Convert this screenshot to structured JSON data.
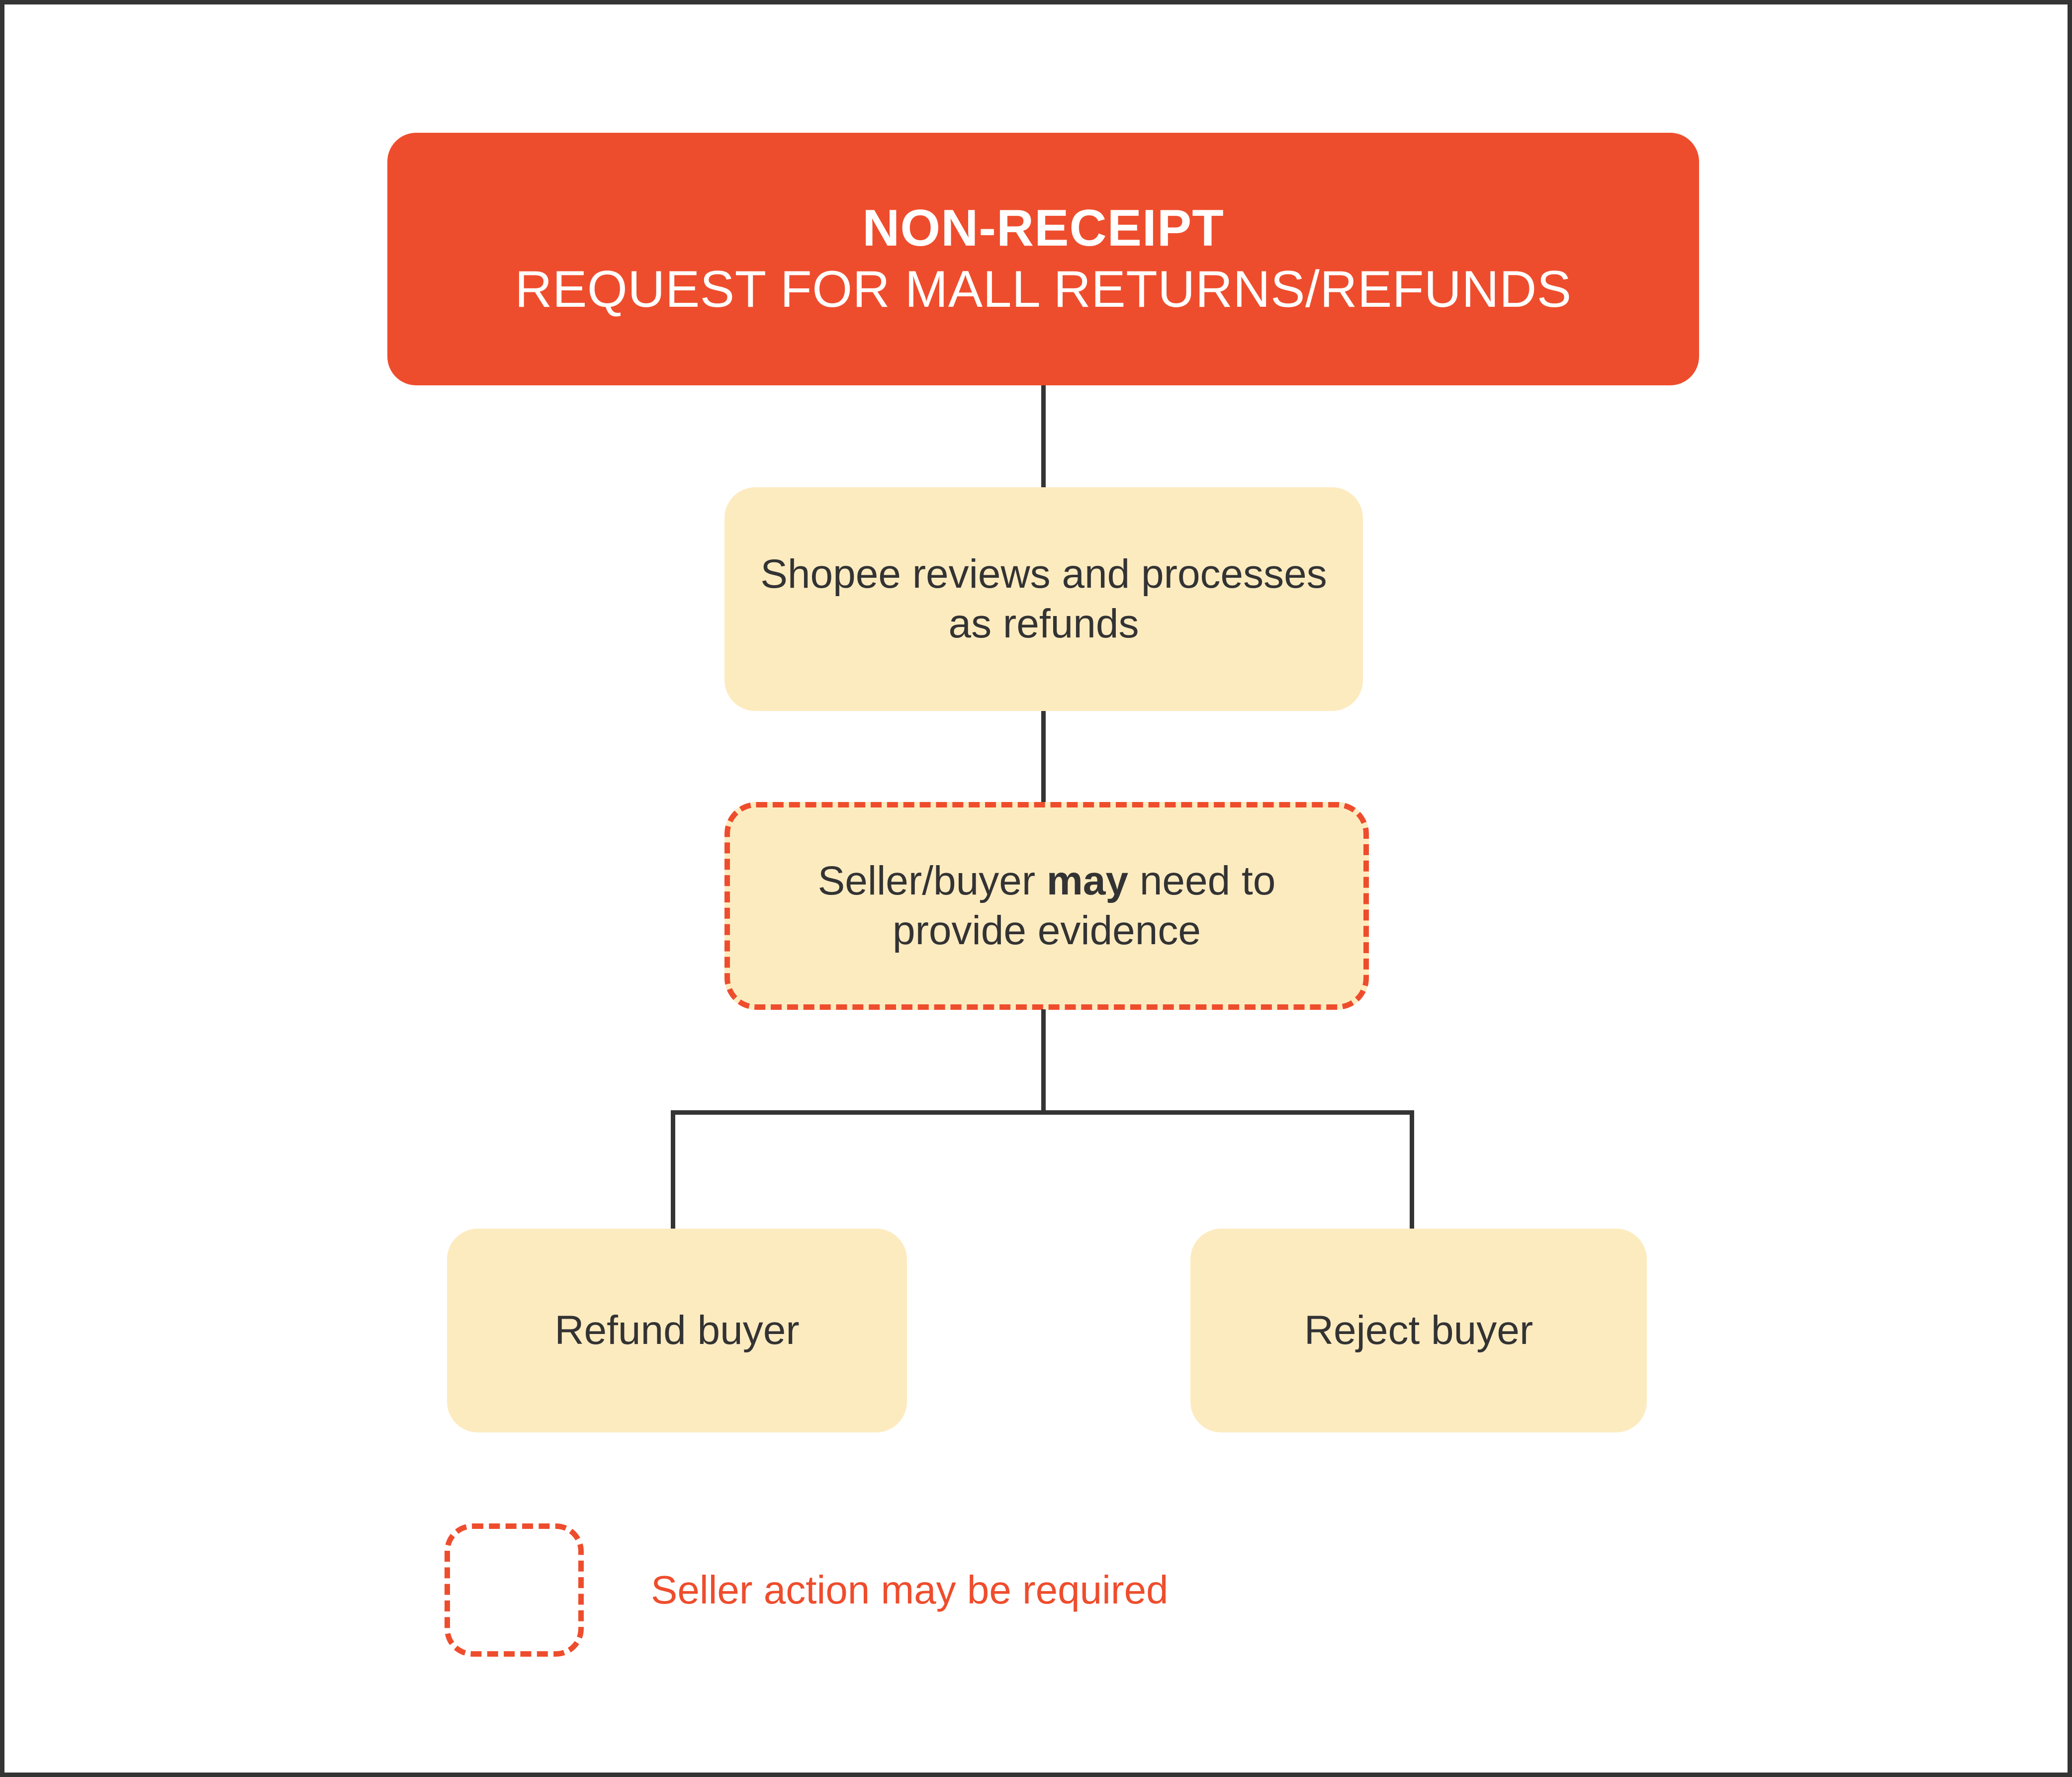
{
  "diagram": {
    "title_line1": "NON-RECEIPT",
    "title_line2": "REQUEST FOR MALL RETURNS/REFUNDS",
    "nodes": {
      "review": "Shopee reviews and processes as refunds",
      "evidence_before": "Seller/buyer ",
      "evidence_emphasis": "may",
      "evidence_after": " need to provide evidence",
      "refund": "Refund buyer",
      "reject": "Reject buyer"
    },
    "legend": {
      "label": "Seller action may be required",
      "swatch": "dashed-rounded-square"
    },
    "colors": {
      "brand_orange": "#EE4D2D",
      "node_yellow": "#FDEBC0",
      "text_dark": "#333333",
      "connector": "#343434",
      "frame": "#343434",
      "background": "#FFFFFF"
    }
  }
}
